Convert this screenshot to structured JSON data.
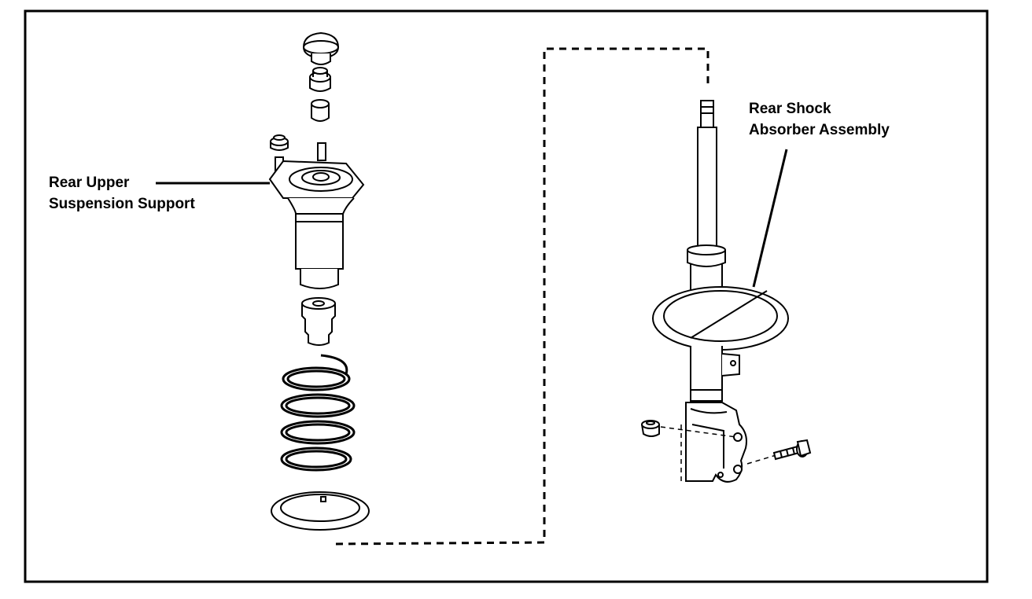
{
  "colors": {
    "background": "#ffffff",
    "line": "#000000"
  },
  "callouts": {
    "upper_support": {
      "line1": "Rear Upper",
      "line2": "Suspension Support"
    },
    "shock_absorber": {
      "line1": "Rear Shock",
      "line2": "Absorber Assembly"
    }
  },
  "parts": [
    "dust-cap-icon",
    "nut-icon",
    "collar-icon",
    "upper-support-icon",
    "bump-stopper-icon",
    "coil-spring-icon",
    "spring-insulator-icon",
    "shock-absorber-icon",
    "bolt-icon"
  ]
}
